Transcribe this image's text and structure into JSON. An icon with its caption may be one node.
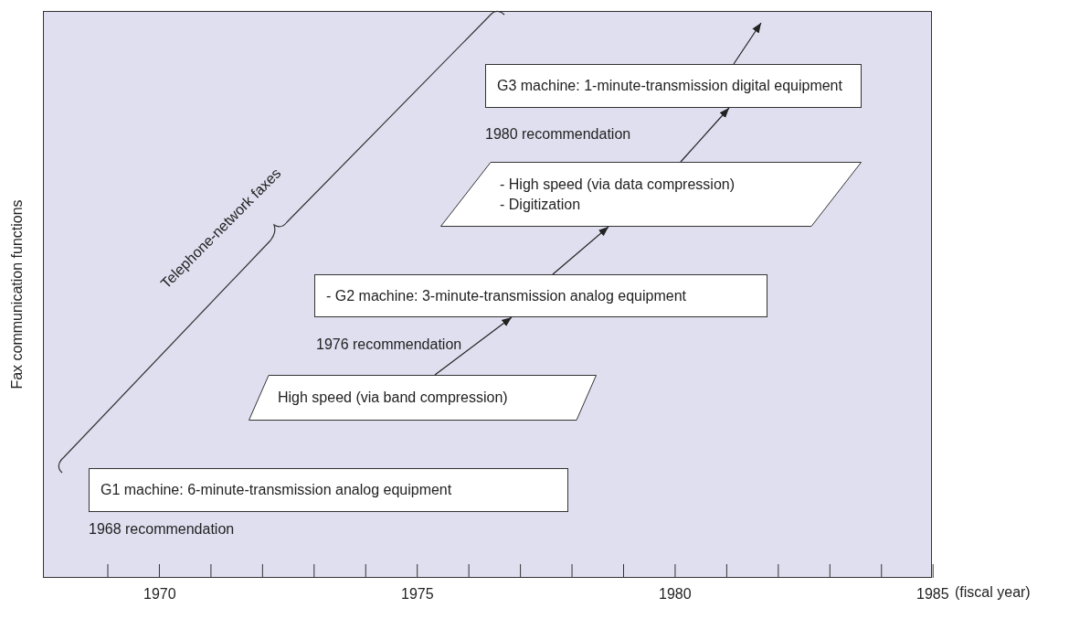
{
  "diagram": {
    "nodes": [
      {
        "text": [
          "G1 machine: 6-minute-transmission analog equipment"
        ],
        "beside": [
          "1968 recommendation"
        ]
      },
      {
        "text": [
          "High speed (via band compression)"
        ]
      },
      {
        "text": [
          "- G2 machine: 3-minute-transmission analog equipment"
        ],
        "beside": [
          "1976 recommendation"
        ]
      },
      {
        "text": [
          "- High speed (via data compression)",
          "- Digitization"
        ]
      },
      {
        "text": [
          "G3 machine: 1-minute-transmission digital equipment"
        ],
        "beside": [
          "1980 recommendation"
        ]
      }
    ],
    "edges": [
      {
        "from": 1,
        "to": 2,
        "arrow": "to"
      },
      {
        "from": 2,
        "to": 3,
        "arrow": "to"
      },
      {
        "from": 3,
        "to": 4,
        "arrow": "to"
      },
      {
        "from": 4,
        "to": null,
        "arrow": "to"
      }
    ],
    "labels": [
      "Telephone-network faxes",
      "Fax communication functions",
      "1970",
      "1975",
      "1980",
      "1985",
      "(fiscal year)"
    ]
  }
}
